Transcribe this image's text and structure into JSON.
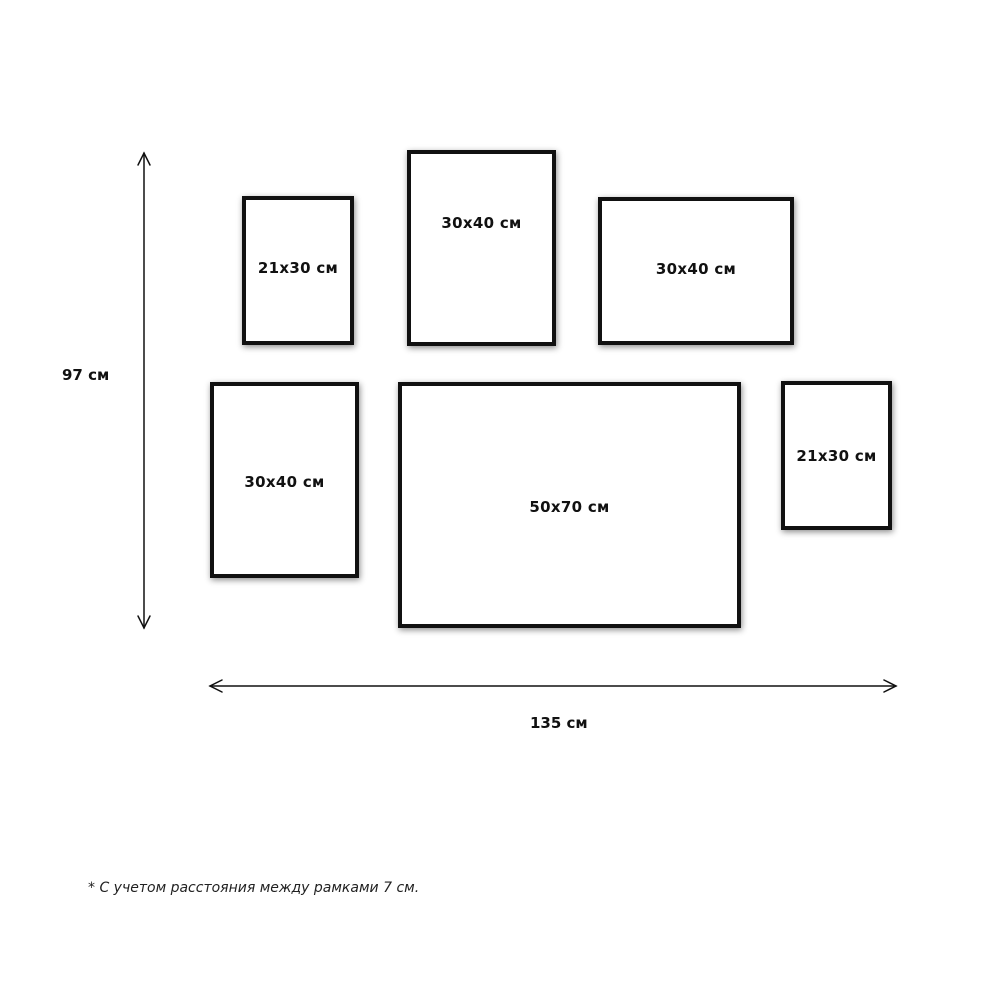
{
  "frames": [
    {
      "label": "21x30 см"
    },
    {
      "label": "30x40 см"
    },
    {
      "label": "30x40 см"
    },
    {
      "label": "30x40 см"
    },
    {
      "label": "50x70 см"
    },
    {
      "label": "21x30 см"
    }
  ],
  "dimensions": {
    "height": "97 см",
    "width": "135 см"
  },
  "footnote": "* С учетом расстояния между рамками 7 см.",
  "colors": {
    "frame_border": "#111111",
    "background": "#ffffff"
  }
}
